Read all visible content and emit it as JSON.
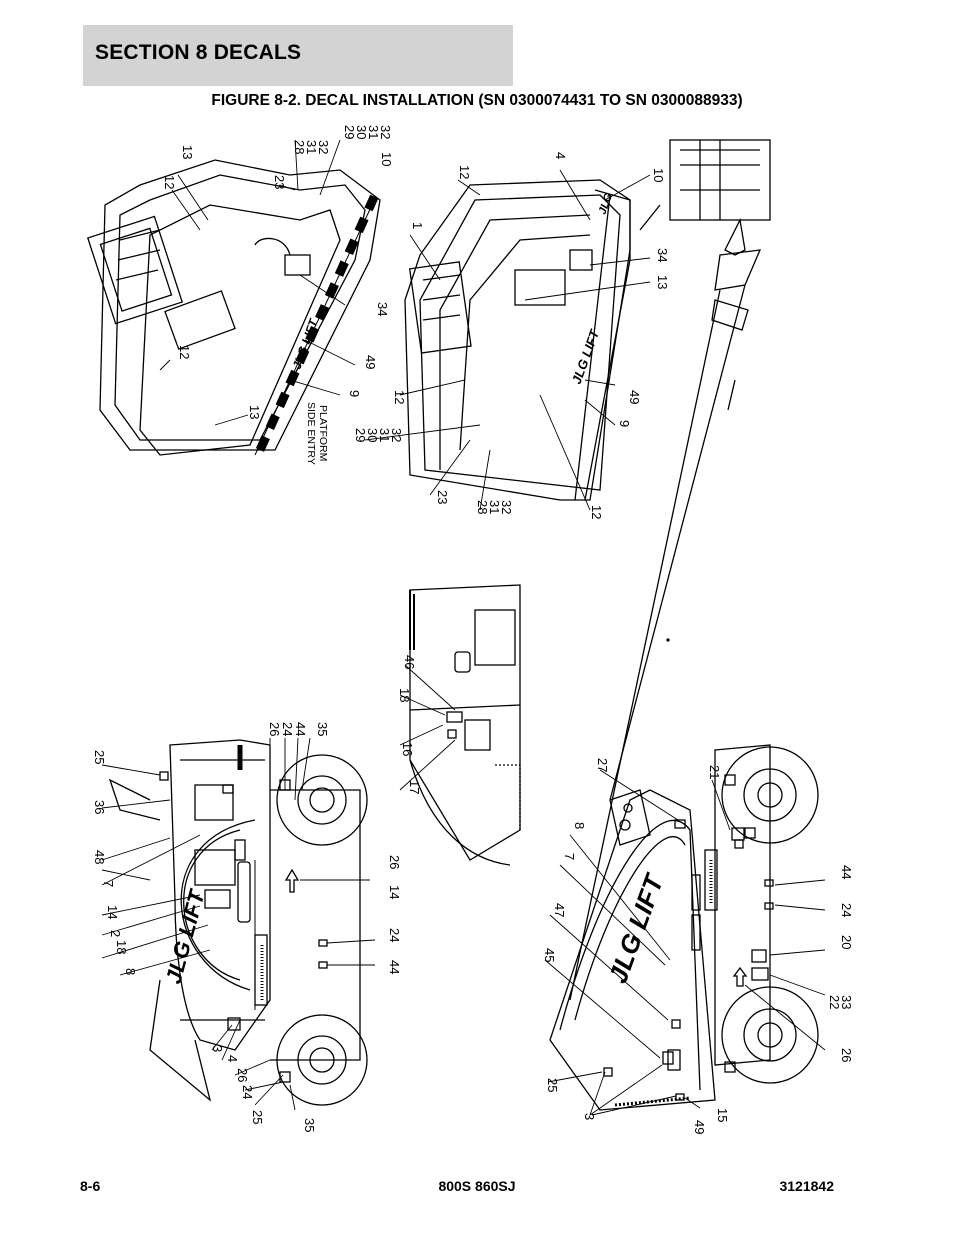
{
  "header": {
    "section_title": "SECTION 8   DECALS",
    "figure_title": "FIGURE 8-2. DECAL INSTALLATION (SN 0300074431 TO SN 0300088933)"
  },
  "drawing": {
    "side_entry_label": [
      "SIDE ENTRY",
      "PLATFORM"
    ],
    "brand_text": "JLG LIFT",
    "callouts_platform_top": [
      "28",
      "31",
      "32",
      "29",
      "30",
      "31",
      "32",
      "10",
      "23",
      "13",
      "12",
      "12",
      "34",
      "49",
      "9",
      "13"
    ],
    "callouts_platform_right": [
      "4",
      "12",
      "1",
      "10",
      "34",
      "13",
      "12",
      "49",
      "9",
      "29",
      "30",
      "31",
      "32",
      "23",
      "28",
      "31",
      "32",
      "12"
    ],
    "callouts_chassis_left": [
      "25",
      "36",
      "48",
      "7",
      "14",
      "2",
      "18",
      "8",
      "26",
      "24",
      "44",
      "35",
      "26",
      "14",
      "24",
      "44",
      "3",
      "4",
      "26",
      "24",
      "25",
      "35"
    ],
    "callouts_turntable": [
      "46",
      "18",
      "16",
      "17"
    ],
    "callouts_machine": [
      "27",
      "21",
      "8",
      "7",
      "47",
      "45",
      "44",
      "24",
      "20",
      "22",
      "33",
      "26",
      "25",
      "3",
      "49",
      "15"
    ]
  },
  "footer": {
    "page": "8-6",
    "model": "800S 860SJ",
    "part_no": "3121842"
  }
}
